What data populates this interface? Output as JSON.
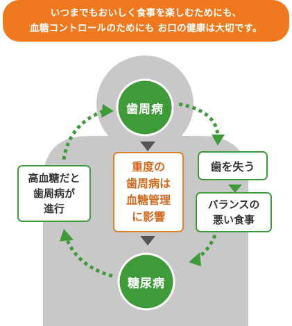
{
  "banner": {
    "line1": "いつまでもおいしく食事を楽しむためにも、",
    "line2": "血糖コントロールのためにも お口の健康は大切です。"
  },
  "nodes": {
    "periodontal": "歯周病",
    "diabetes": "糖尿病",
    "center": [
      "重度の",
      "歯周病は",
      "血糖管理",
      "に影響"
    ],
    "tooth_loss": "歯を失う",
    "bad_diet": [
      "バランスの",
      "悪い食事"
    ],
    "high_sugar": [
      "高血糖だと",
      "歯周病が",
      "進行"
    ]
  },
  "colors": {
    "banner": "#f0791f",
    "green": "#3f9a3a",
    "silhouette": "#c8c8c8",
    "center_border": "#e0812b"
  }
}
